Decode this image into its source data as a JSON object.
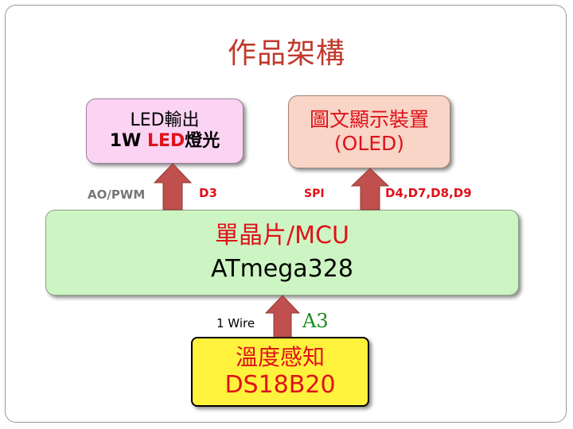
{
  "title": "作品架構",
  "led": {
    "line1": "LED輸出",
    "line2_prefix": "1W ",
    "line2_accent": "LED",
    "line2_suffix": "燈光"
  },
  "oled": {
    "line1": "圖文顯示裝置",
    "line2": "(OLED)"
  },
  "mcu": {
    "line1": "單晶片/MCU",
    "line2": "ATmega328"
  },
  "temp": {
    "line1": "溫度感知",
    "line2": "DS18B20"
  },
  "labels": {
    "ao_pwm": "AO/PWM",
    "d3": "D3",
    "spi": "SPI",
    "d4_d9": "D4,D7,D8,D9",
    "one_wire": "1 Wire",
    "a3": "A3"
  },
  "colors": {
    "title": "#c0392b",
    "accent_red": "#e0111a",
    "arrow": "#c0504d",
    "led_box": "#fbd3f3",
    "oled_box": "#f8d5c6",
    "mcu_box": "#cdf5c3",
    "temp_box": "#fff23d",
    "a3_green": "#1a8a1a"
  },
  "icons": [
    "up-arrow-icon",
    "up-arrow-icon",
    "up-arrow-icon"
  ]
}
